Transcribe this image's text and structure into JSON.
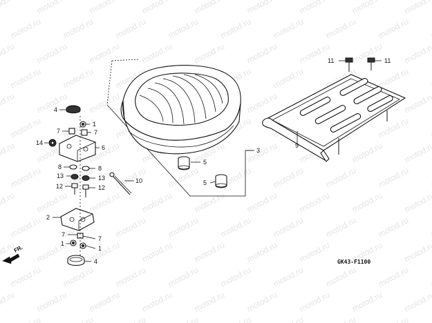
{
  "diagram": {
    "watermark": "motod.ru",
    "code": "GK43-F1100",
    "direction_label": "FR.",
    "callouts": [
      {
        "id": "c4a",
        "text": "4"
      },
      {
        "id": "c1a",
        "text": "1"
      },
      {
        "id": "c7a",
        "text": "7"
      },
      {
        "id": "c7b",
        "text": "7"
      },
      {
        "id": "c14",
        "text": "14"
      },
      {
        "id": "c6",
        "text": "6"
      },
      {
        "id": "c8a",
        "text": "8"
      },
      {
        "id": "c8b",
        "text": "8"
      },
      {
        "id": "c13a",
        "text": "13"
      },
      {
        "id": "c13b",
        "text": "13"
      },
      {
        "id": "c12a",
        "text": "12"
      },
      {
        "id": "c12b",
        "text": "12"
      },
      {
        "id": "c10",
        "text": "10"
      },
      {
        "id": "c2",
        "text": "2"
      },
      {
        "id": "c7c",
        "text": "7"
      },
      {
        "id": "c7d",
        "text": "7"
      },
      {
        "id": "c1b",
        "text": "1"
      },
      {
        "id": "c1c",
        "text": "1"
      },
      {
        "id": "c4b",
        "text": "4"
      },
      {
        "id": "c3",
        "text": "3"
      },
      {
        "id": "c5a",
        "text": "5"
      },
      {
        "id": "c5b",
        "text": "5"
      },
      {
        "id": "c9",
        "text": "9"
      },
      {
        "id": "c11a",
        "text": "11"
      },
      {
        "id": "c11b",
        "text": "11"
      }
    ]
  }
}
